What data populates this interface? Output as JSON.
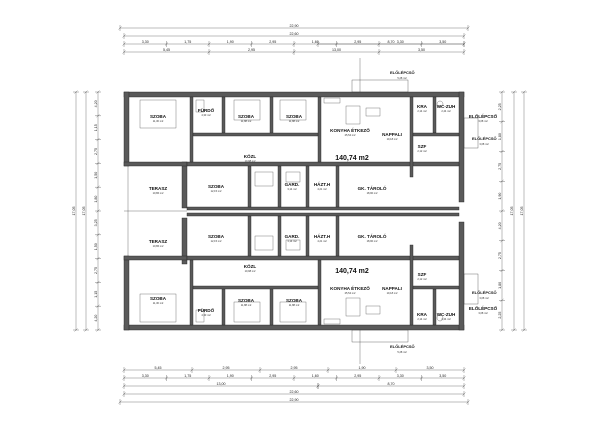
{
  "floor_area": "140,74 m2",
  "unit_top": {
    "rooms": [
      {
        "key": "szoba1",
        "name": "SZOBA",
        "sub": "11,30 m2"
      },
      {
        "key": "furdo",
        "name": "FÜRDŐ",
        "sub": "4,33 m2"
      },
      {
        "key": "szoba2",
        "name": "SZOBA",
        "sub": "11,88 m2"
      },
      {
        "key": "szoba3",
        "name": "SZOBA",
        "sub": "11,88 m2"
      },
      {
        "key": "konyha",
        "name": "KONYHA ÉTKEZŐ",
        "sub": "25,54 m2"
      },
      {
        "key": "nappali",
        "name": "NAPPALI",
        "sub": "19,18 m2"
      },
      {
        "key": "kra",
        "name": "KRA",
        "sub": "2,14 m2"
      },
      {
        "key": "wc",
        "name": "WC-ZUH",
        "sub": "2,44 m2"
      },
      {
        "key": "kozl",
        "name": "KÖZL",
        "sub": "10,98 m2"
      },
      {
        "key": "szf",
        "name": "SZF",
        "sub": "2,12 m2"
      },
      {
        "key": "terasz",
        "name": "TERASZ",
        "sub": "10,86 m2"
      },
      {
        "key": "szoba4",
        "name": "SZOBA",
        "sub": "12,15 m2"
      },
      {
        "key": "gard",
        "name": "GARD.",
        "sub": "3,14 m2"
      },
      {
        "key": "haztt",
        "name": "HÁZT.H",
        "sub": "4,21 m2"
      },
      {
        "key": "gktar",
        "name": "GK. TÁROLÓ",
        "sub": "18,90 m2"
      },
      {
        "key": "elolepcso",
        "name": "ELŐLÉPCSŐ",
        "sub": "3,08 m2"
      }
    ]
  },
  "unit_bottom": {
    "rooms": [
      {
        "key": "terasz",
        "name": "TERASZ",
        "sub": "10,86 m2"
      },
      {
        "key": "szoba4",
        "name": "SZOBA",
        "sub": "12,15 m2"
      },
      {
        "key": "gard",
        "name": "GARD.",
        "sub": "3,14 m2"
      },
      {
        "key": "haztt",
        "name": "HÁZT.H",
        "sub": "4,21 m2"
      },
      {
        "key": "gktar",
        "name": "GK. TÁROLÓ",
        "sub": "18,90 m2"
      },
      {
        "key": "szoba1",
        "name": "SZOBA",
        "sub": "11,30 m2"
      },
      {
        "key": "furdo",
        "name": "FÜRDŐ",
        "sub": "4,33 m2"
      },
      {
        "key": "szoba2",
        "name": "SZOBA",
        "sub": "11,88 m2"
      },
      {
        "key": "szoba3",
        "name": "SZOBA",
        "sub": "11,88 m2"
      },
      {
        "key": "konyha",
        "name": "KONYHA ÉTKEZŐ",
        "sub": "25,54 m2"
      },
      {
        "key": "nappali",
        "name": "NAPPALI",
        "sub": "19,18 m2"
      },
      {
        "key": "kozl",
        "name": "KÖZL",
        "sub": "10,98 m2"
      },
      {
        "key": "szf",
        "name": "SZF",
        "sub": "2,12 m2"
      },
      {
        "key": "kra",
        "name": "KRA",
        "sub": "2,14 m2"
      },
      {
        "key": "wc",
        "name": "WC-ZUH",
        "sub": "2,44 m2"
      },
      {
        "key": "elolepcso",
        "name": "ELŐLÉPCSŐ",
        "sub": "3,08 m2"
      }
    ]
  },
  "side_labels": {
    "elolepcso_top": "ELŐLÉPCSŐ",
    "elolepcso_top_sub": "5,28 m2",
    "elolepcso_bottom": "ELŐLÉPCSŐ",
    "elolepcso_bottom_sub": "5,28 m2",
    "elolepcso_right_top": "ELŐLÉPCSŐ",
    "elolepcso_right_top_sub": "3,08 m2",
    "elolepcso_right_bottom": "ELŐLÉPCSŐ",
    "elolepcso_right_bottom_sub": "3,08 m2"
  },
  "dims_top": {
    "overall1": "22,90",
    "overall2": "22,60",
    "row3": [
      "3,30",
      "1,75",
      "1,90",
      "2,95",
      "1,60",
      "2,95",
      "3,30",
      "3,50"
    ],
    "row4": [
      "5,45",
      "2,95",
      "13,00",
      "3,50"
    ],
    "right_top": "8,70"
  },
  "dims_bottom": {
    "row1": [
      "5,45",
      "2,95",
      "2,95",
      "1,90",
      "3,50"
    ],
    "row2": [
      "3,30",
      "1,75",
      "1,90",
      "2,95",
      "1,60",
      "2,95",
      "3,30",
      "3,50"
    ],
    "overall_a": "13,00",
    "overall_b": "8,70",
    "overall1": "22,60",
    "overall2": "22,90"
  },
  "dims_left": [
    "4,20",
    "1,15",
    "2,75",
    "1,50",
    "1,80",
    "3,25",
    "1,50",
    "2,75",
    "1,15",
    "4,20"
  ],
  "dims_left_total": "17,05",
  "dims_right": [
    "2,25",
    "1,80",
    "2,75",
    "1,90",
    "4,20",
    "2,75",
    "1,80",
    "2,25"
  ],
  "dims_right_total": "17,05"
}
